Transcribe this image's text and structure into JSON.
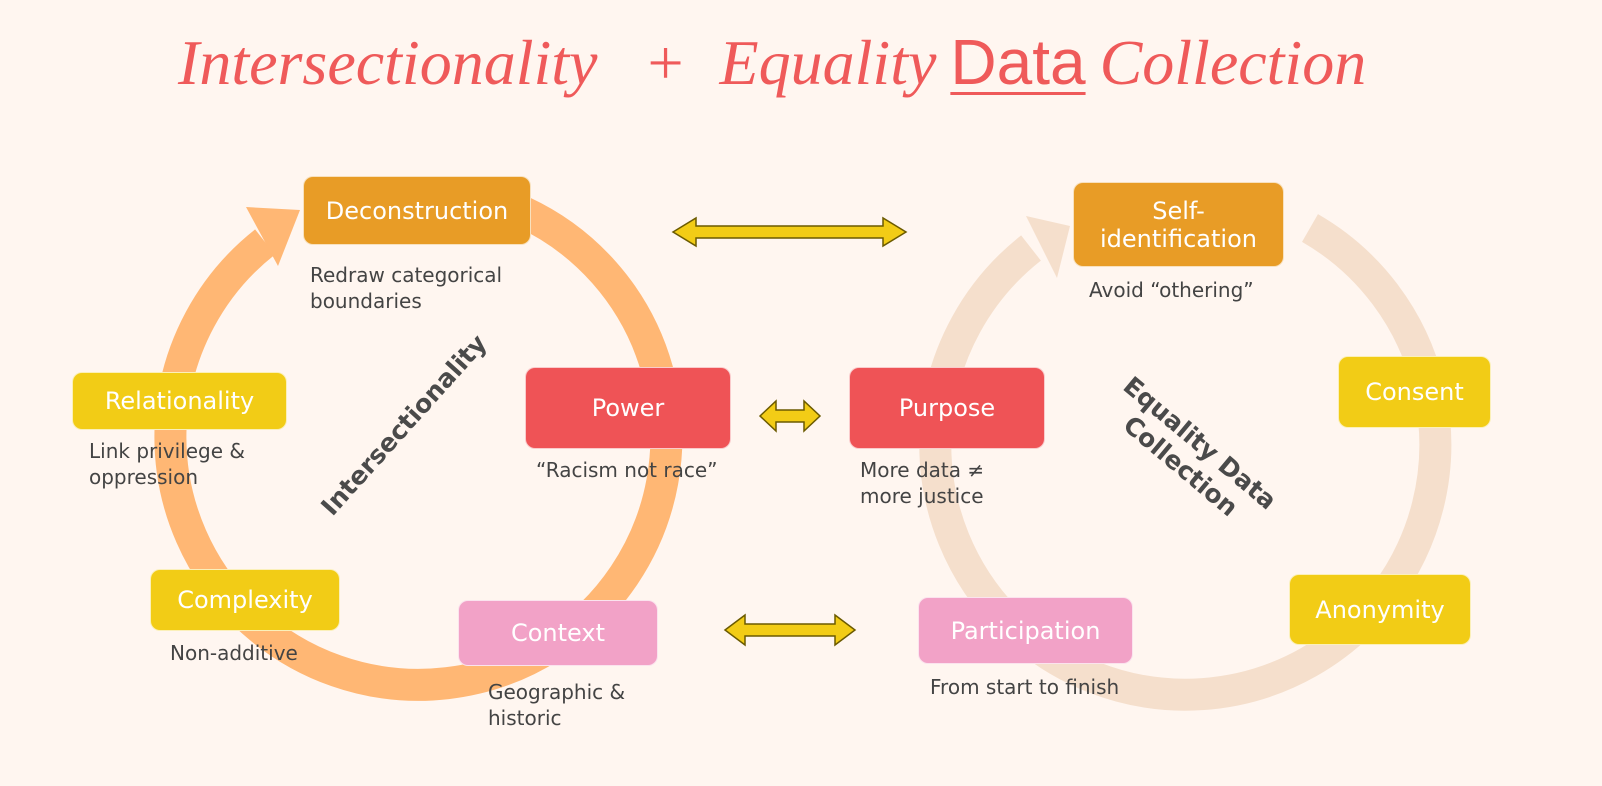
{
  "title": {
    "part1": "Intersectionality",
    "plus": "+",
    "part2": "Equality",
    "part3": "Data",
    "part4": "Collection"
  },
  "left_cycle": {
    "label": "Intersectionality",
    "nodes": [
      {
        "label": "Deconstruction",
        "note": "Redraw categorical boundaries"
      },
      {
        "label": "Power",
        "note": "“Racism not race”"
      },
      {
        "label": "Context",
        "note": "Geographic & historic"
      },
      {
        "label": "Complexity",
        "note": "Non-additive"
      },
      {
        "label": "Relationality",
        "note": "Link privilege & oppression"
      }
    ]
  },
  "right_cycle": {
    "label_line1": "Equality Data",
    "label_line2": "Collection",
    "nodes": [
      {
        "label": "Self-identification",
        "note": "Avoid “othering”"
      },
      {
        "label": "Consent",
        "note": ""
      },
      {
        "label": "Anonymity",
        "note": ""
      },
      {
        "label": "Participation",
        "note": "From start to finish"
      },
      {
        "label": "Purpose",
        "note": "More data ≠ more justice"
      }
    ]
  },
  "colors": {
    "title": "#ef5a5a",
    "orange": "#e89c26",
    "yellow": "#f2cc16",
    "pink": "#f2a2c7",
    "red": "#ef5356",
    "left_ring": "#ffb774",
    "right_ring": "#f5dfcc"
  }
}
